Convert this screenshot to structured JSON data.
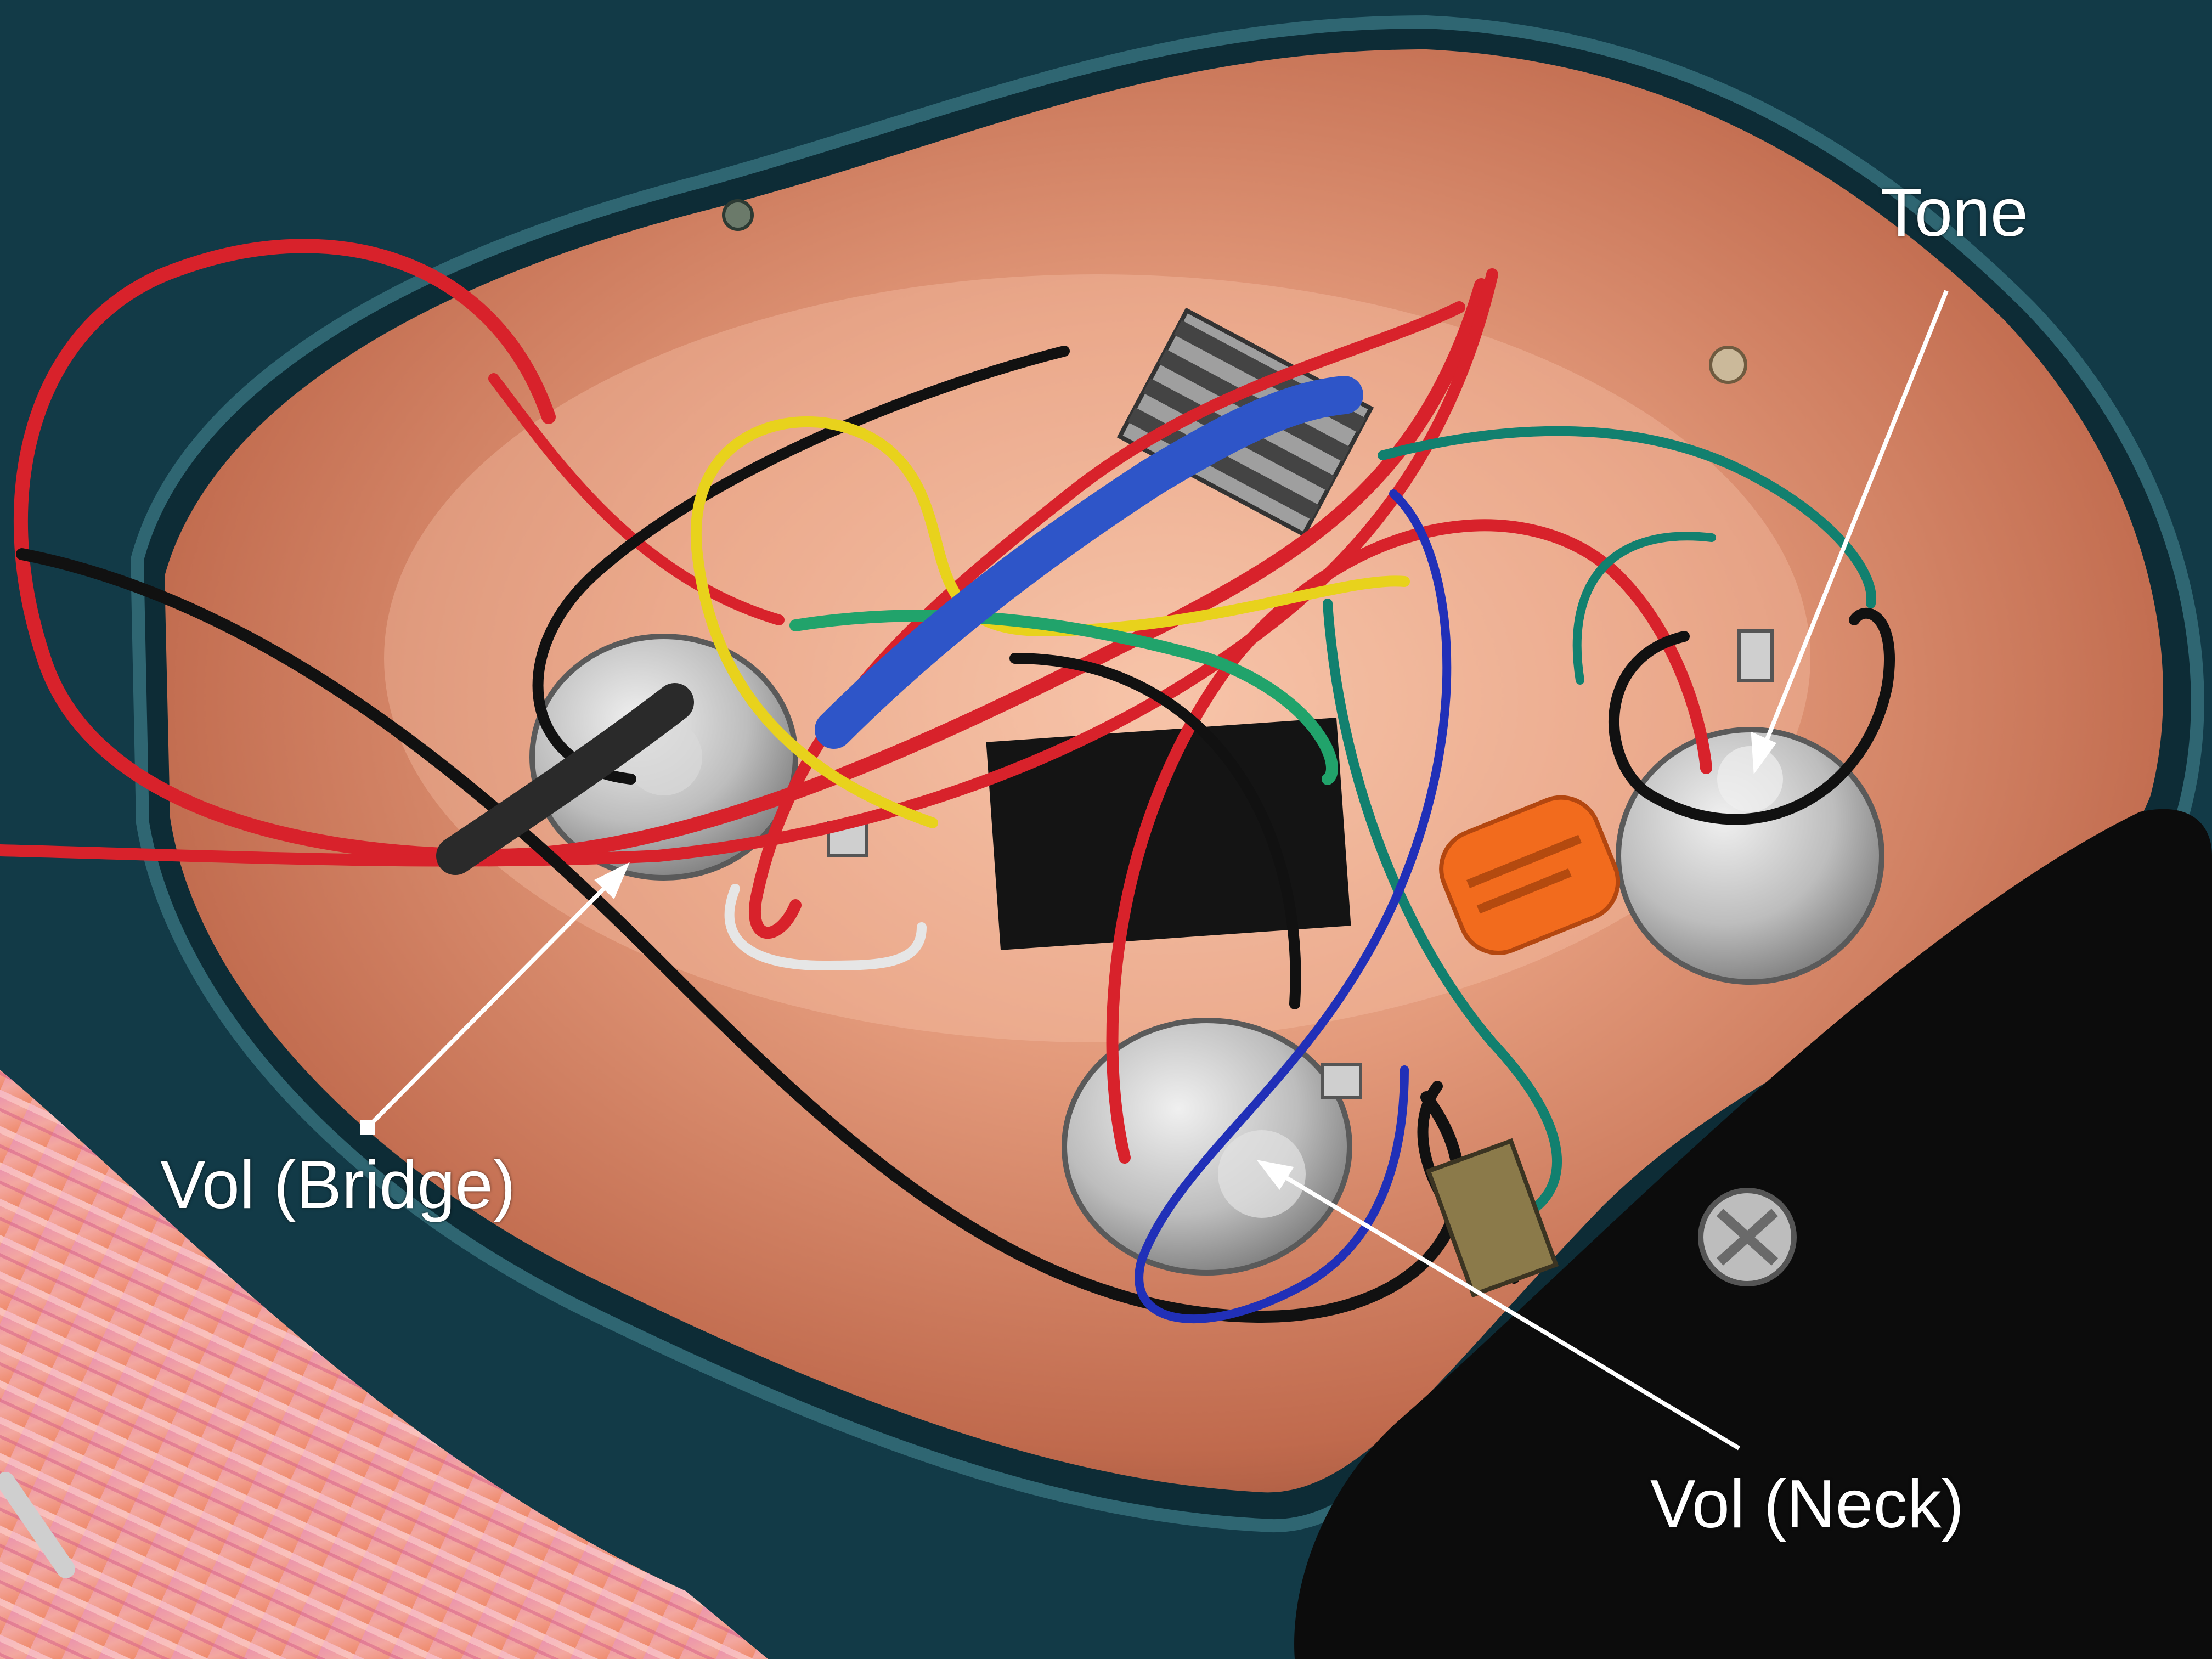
{
  "labels": {
    "tone": "Tone",
    "vol_bridge": "Vol (Bridge)",
    "vol_neck": "Vol (Neck)"
  },
  "colors": {
    "guitar_body": "#123a47",
    "copper": "#d98a6c",
    "copper_light": "#f4b89a",
    "pickguard": "#0c0c0c",
    "wire_red": "#d8222b",
    "wire_black": "#111111",
    "wire_yellow": "#e8d21c",
    "wire_green": "#21a36b",
    "wire_teal": "#12806f",
    "wire_blue": "#2130b8",
    "heatshrink_blue": "#2e55c8",
    "capacitor_orange": "#f26b1d",
    "pot_silver": "#c9c9c9",
    "towel_pink": "#e58fb0",
    "annotation": "#ffffff"
  }
}
